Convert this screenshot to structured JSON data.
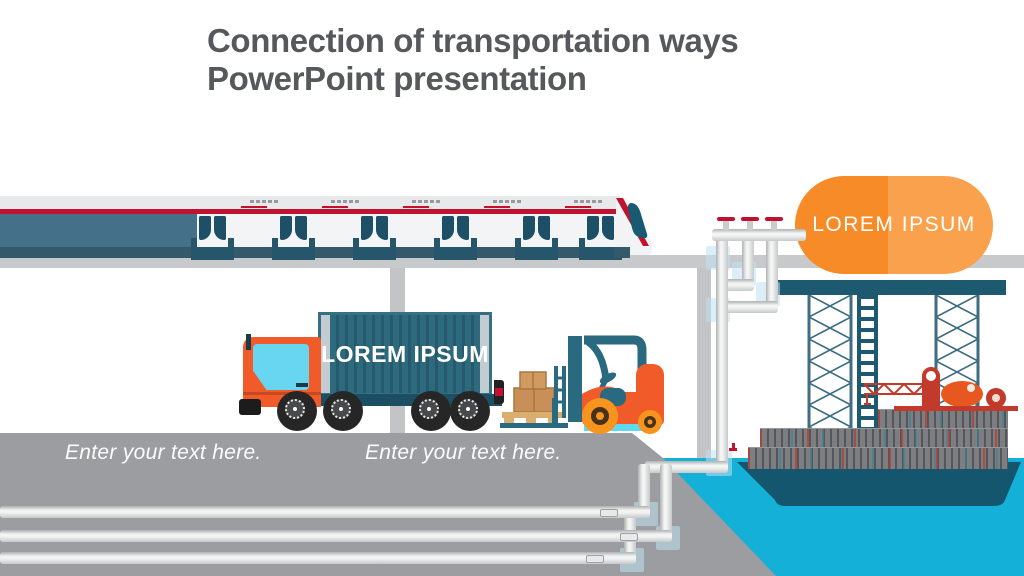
{
  "slide": {
    "title": {
      "line1": "Connection of transportation ways",
      "line2": "PowerPoint presentation"
    },
    "placeholders": {
      "truck_container_label": "LOREM IPSUM",
      "tank_label": "LOREM IPSUM",
      "road_text_left": "Enter your text here.",
      "road_text_right": "Enter your text here."
    },
    "colors": {
      "title_gray": "#57585b",
      "accent_red": "#c0122f",
      "train_teal": "#44708a",
      "dark_teal": "#1d4f66",
      "container_teal": "#2d6a7e",
      "vehicle_orange": "#f15a29",
      "tank_orange_left": "#f68b28",
      "tank_orange_right": "#f9a14c",
      "wheel_orange": "#f7941e",
      "water_cyan": "#14b0d7",
      "road_gray": "#9b9da0",
      "track_gray": "#c8c9cb",
      "hull_teal": "#14566e",
      "window_cyan": "#68d6f0",
      "skid_cyan": "#5ed9f0"
    },
    "illustrations": [
      "train",
      "elevated-track",
      "cargo-truck",
      "forklift",
      "pallet-boxes",
      "storage-tank",
      "pipes-with-valves",
      "container-ship",
      "harbor-crane",
      "scaffolding",
      "ladder",
      "water",
      "road"
    ]
  }
}
